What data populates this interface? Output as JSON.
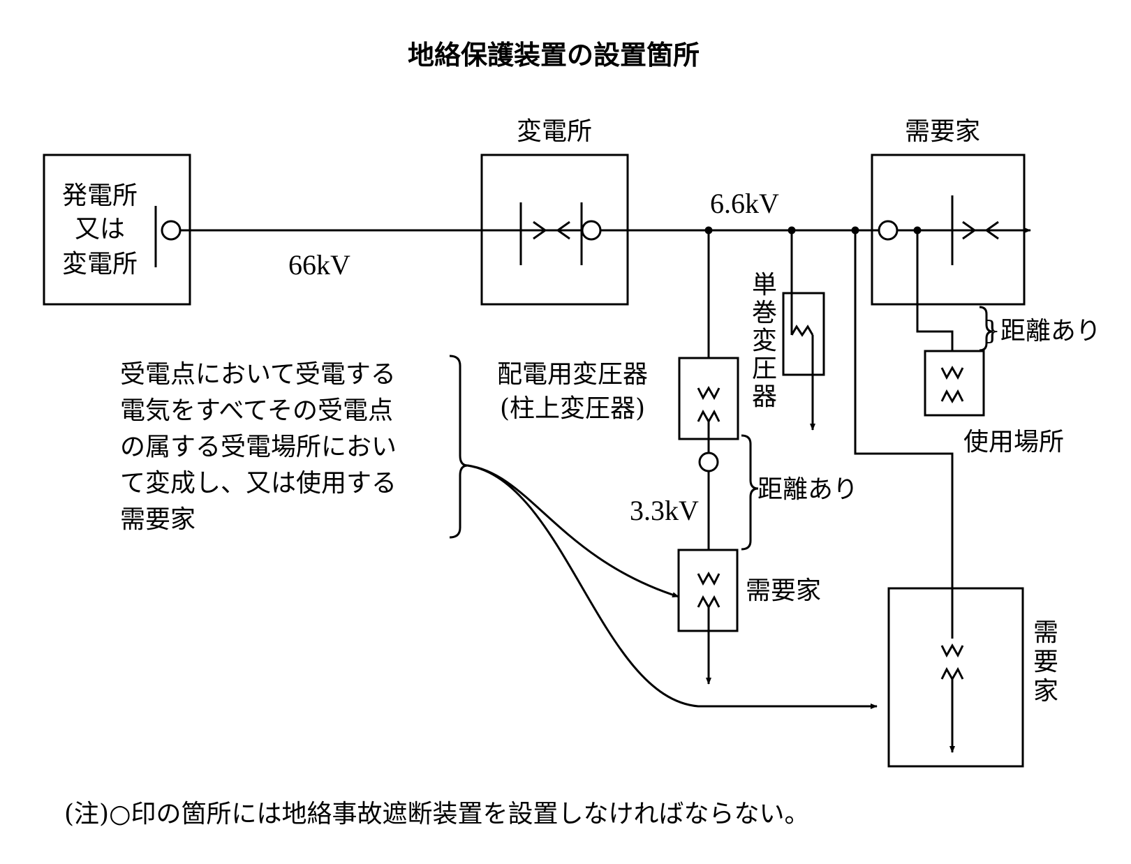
{
  "title": "地絡保護装置の設置箇所",
  "labels": {
    "plant_lines": [
      "発電所",
      "又は",
      "変電所"
    ],
    "substation": "変電所",
    "customer_top": "需要家",
    "voltage_66": "66kV",
    "voltage_66b": "6.6kV",
    "voltage_33": "3.3kV",
    "autotransformer_chars": [
      "単",
      "巻",
      "変",
      "圧",
      "器"
    ],
    "distance_1": "}距離あり",
    "distance_2": "距離あり",
    "place_of_use": "使用場所",
    "pole_transformer_lines": [
      "配電用変圧器",
      "(柱上変圧器)"
    ],
    "customer_mid": "需要家",
    "customer_right_chars": [
      "需",
      "要",
      "家"
    ],
    "definition_lines": [
      "受電点において受電する",
      "電気をすべてその受電点",
      "の属する受電場所におい",
      "て変成し、又は使用する",
      "需要家"
    ]
  },
  "note": "(注)○印の箇所には地絡事故遮断装置を設置しなければならない。"
}
